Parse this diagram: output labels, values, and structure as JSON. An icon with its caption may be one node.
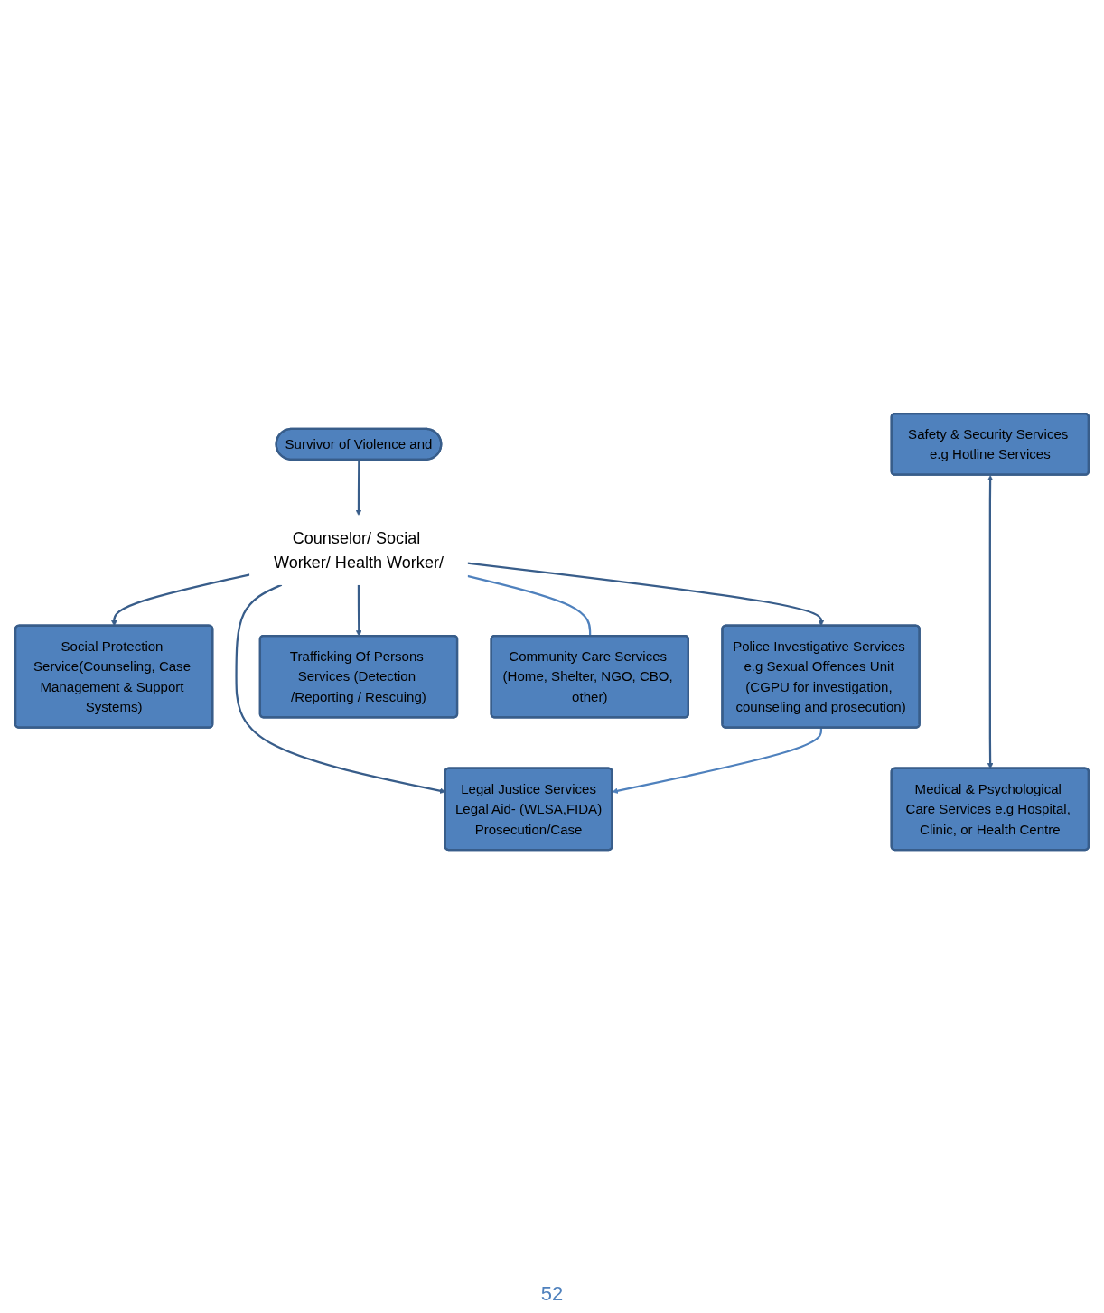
{
  "diagram": {
    "nodes": [
      {
        "text": [
          "Survivor of Violence and"
        ]
      },
      {
        "text": [
          "Counselor/ Social Worker/ Health Worker/"
        ]
      },
      {
        "text": [
          "Safety & Security Services e.g Hotline Services"
        ]
      },
      {
        "text": [
          "Medical & Psychological Care Services e.g Hospital, Clinic, or Health Centre"
        ]
      },
      {
        "text": [
          "Social Protection Service(Counseling, Case Management & Support Systems)"
        ]
      },
      {
        "text": [
          "Police Investigative Services e.g Sexual Offences Unit (CGPU for investigation, counseling and prosecution)"
        ]
      },
      {
        "text": [
          "Legal Justice Services",
          "Legal Aid- (WLSA,FIDA)",
          "Prosecution/Case"
        ]
      },
      {
        "text": [
          "Trafficking Of Persons Services (Detection /Reporting / Rescuing)"
        ]
      },
      {
        "text": [
          "Community Care Services (Home, Shelter, NGO, CBO, other)"
        ]
      }
    ],
    "edges": [
      {
        "from": 0,
        "to": 1,
        "arrow": "to"
      },
      {
        "from": 1,
        "to": 4,
        "arrow": "to"
      },
      {
        "from": 1,
        "to": 5,
        "arrow": "to"
      },
      {
        "from": 1,
        "to": 7,
        "arrow": "to"
      },
      {
        "from": 1,
        "to": 6,
        "arrow": "to"
      },
      {
        "from": 5,
        "to": 6,
        "arrow": "to",
        "color": "#4f81bd"
      },
      {
        "from": 1,
        "to": 8,
        "arrow": "none",
        "color": "#4f81bd"
      },
      {
        "from": 2,
        "to": 3,
        "arrow": "both"
      }
    ],
    "labels": [
      "52"
    ]
  }
}
